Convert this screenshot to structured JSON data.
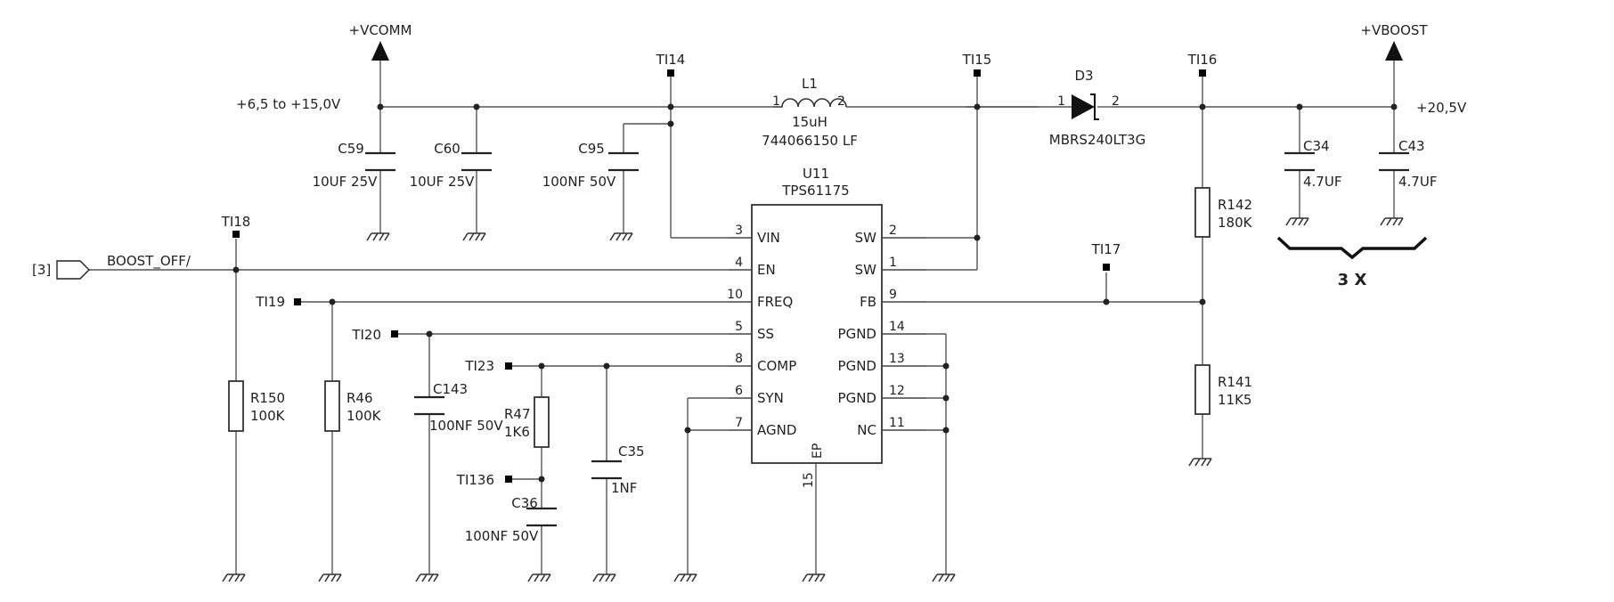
{
  "supply_in": {
    "net": "+VCOMM",
    "range": "+6,5 to +15,0V"
  },
  "supply_out": {
    "net": "+VBOOST",
    "voltage": "+20,5V"
  },
  "connector": {
    "ref": "[3]",
    "signal": "BOOST_OFF/"
  },
  "ic": {
    "ref": "U11",
    "part": "TPS61175",
    "ep_label": "EP",
    "ep_pin": "15",
    "left_pins": [
      {
        "num": "3",
        "name": "VIN"
      },
      {
        "num": "4",
        "name": "EN"
      },
      {
        "num": "10",
        "name": "FREQ"
      },
      {
        "num": "5",
        "name": "SS"
      },
      {
        "num": "8",
        "name": "COMP"
      },
      {
        "num": "6",
        "name": "SYN"
      },
      {
        "num": "7",
        "name": "AGND"
      }
    ],
    "right_pins": [
      {
        "num": "2",
        "name": "SW"
      },
      {
        "num": "1",
        "name": "SW"
      },
      {
        "num": "9",
        "name": "FB"
      },
      {
        "num": "14",
        "name": "PGND"
      },
      {
        "num": "13",
        "name": "PGND"
      },
      {
        "num": "12",
        "name": "PGND"
      },
      {
        "num": "11",
        "name": "NC"
      }
    ]
  },
  "inductor": {
    "ref": "L1",
    "value": "15uH",
    "part": "744066150 LF",
    "pin1": "1",
    "pin2": "2"
  },
  "diode": {
    "ref": "D3",
    "part": "MBRS240LT3G",
    "pin1": "1",
    "pin2": "2"
  },
  "capacitors": {
    "c59": {
      "ref": "C59",
      "value": "10UF 25V"
    },
    "c60": {
      "ref": "C60",
      "value": "10UF 25V"
    },
    "c95": {
      "ref": "C95",
      "value": "100NF 50V"
    },
    "c143": {
      "ref": "C143",
      "value": "100NF 50V"
    },
    "c35": {
      "ref": "C35",
      "value": "1NF"
    },
    "c36": {
      "ref": "C36",
      "value": "100NF 50V"
    },
    "c34": {
      "ref": "C34",
      "value": "4.7UF"
    },
    "c43": {
      "ref": "C43",
      "value": "4.7UF"
    }
  },
  "resistors": {
    "r150": {
      "ref": "R150",
      "value": "100K"
    },
    "r46": {
      "ref": "R46",
      "value": "100K"
    },
    "r47": {
      "ref": "R47",
      "value": "1K6"
    },
    "r142": {
      "ref": "R142",
      "value": "180K"
    },
    "r141": {
      "ref": "R141",
      "value": "11K5"
    }
  },
  "testpoints": {
    "ti14": "TI14",
    "ti15": "TI15",
    "ti16": "TI16",
    "ti17": "TI17",
    "ti18": "TI18",
    "ti19": "TI19",
    "ti20": "TI20",
    "ti23": "TI23",
    "ti136": "TI136"
  },
  "multiplier": "3 X"
}
